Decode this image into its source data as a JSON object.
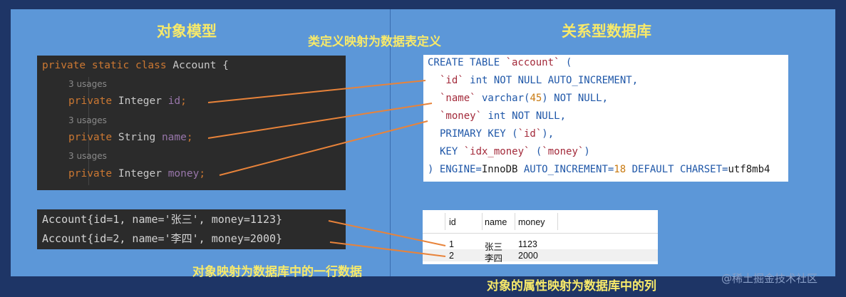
{
  "titles": {
    "left": "对象模型",
    "right": "关系型数据库",
    "class_mapping": "类定义映射为数据表定义",
    "row_mapping": "对象映射为数据库中的一行数据",
    "column_mapping": "对象的属性映射为数据库中的列"
  },
  "java": {
    "line1_kw": "private static class ",
    "line1_name": "Account {",
    "usages": "3 usages",
    "field_kw": "private ",
    "fields": [
      {
        "type": "Integer ",
        "name": "id",
        "semi": ";"
      },
      {
        "type": "String ",
        "name": "name",
        "semi": ";"
      },
      {
        "type": "Integer ",
        "name": "money",
        "semi": ";"
      }
    ]
  },
  "output": {
    "lines": [
      "Account{id=1, name='张三', money=1123}",
      "Account{id=2, name='李四', money=2000}"
    ]
  },
  "sql": {
    "l1a": "CREATE TABLE ",
    "l1b": "`account`",
    "l1c": " (",
    "l2a": "`id`",
    "l2b": " int NOT NULL AUTO_INCREMENT,",
    "l3a": "`name`",
    "l3b": " varchar(",
    "l3c": "45",
    "l3d": ") NOT NULL,",
    "l4a": "`money`",
    "l4b": " int NOT NULL,",
    "l5a": "PRIMARY KEY (",
    "l5b": "`id`",
    "l5c": "),",
    "l6a": "KEY ",
    "l6b": "`idx_money`",
    "l6c": " (",
    "l6d": "`money`",
    "l6e": ")",
    "l7a": ") ENGINE=",
    "l7b": "InnoDB",
    "l7c": " AUTO_INCREMENT=",
    "l7d": "18",
    "l7e": " DEFAULT CHARSET=",
    "l7f": "utf8mb4"
  },
  "db_table": {
    "headers": [
      "id",
      "name",
      "money"
    ],
    "rows": [
      [
        "1",
        "张三",
        "1123"
      ],
      [
        "2",
        "李四",
        "2000"
      ]
    ]
  },
  "watermark": "@稀土掘金技术社区",
  "colors": {
    "connector": "#e8833a",
    "label_yellow": "#f7e96a",
    "panel_blue": "#5c97d8",
    "background": "#1e3566"
  }
}
